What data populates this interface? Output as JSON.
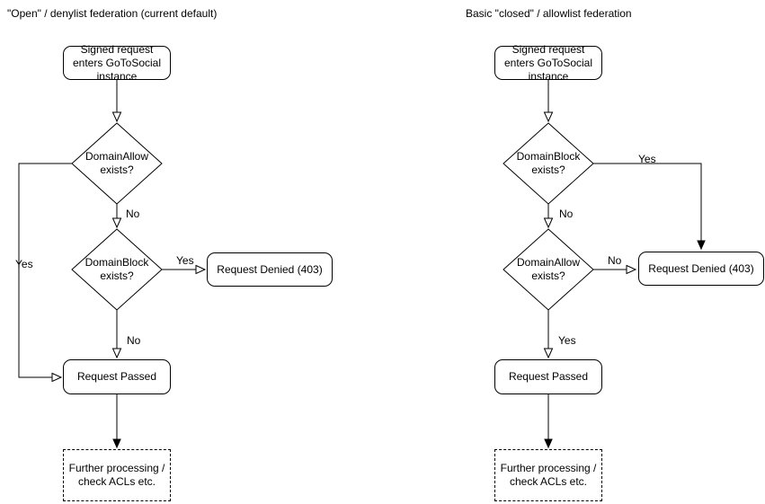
{
  "diagram": {
    "colors": {
      "background": "#ffffff",
      "stroke": "#000000",
      "text": "#000000"
    },
    "left": {
      "title": "\"Open\" / denylist federation (current default)",
      "nodes": {
        "start": "Signed request enters GoToSocial instance",
        "decision1": "DomainAllow exists?",
        "decision2": "DomainBlock exists?",
        "denied": "Request Denied (403)",
        "passed": "Request Passed",
        "further": "Further processing / check ACLs etc."
      },
      "edge_labels": {
        "decision1_yes": "Yes",
        "decision1_no": "No",
        "decision2_yes": "Yes",
        "decision2_no": "No"
      }
    },
    "right": {
      "title": "Basic \"closed\" / allowlist federation",
      "nodes": {
        "start": "Signed request enters GoToSocial instance",
        "decision1": "DomainBlock exists?",
        "decision2": "DomainAllow exists?",
        "denied": "Request Denied (403)",
        "passed": "Request Passed",
        "further": "Further processing / check ACLs etc."
      },
      "edge_labels": {
        "decision1_yes": "Yes",
        "decision1_no": "No",
        "decision2_no": "No",
        "decision2_yes": "Yes"
      }
    }
  }
}
